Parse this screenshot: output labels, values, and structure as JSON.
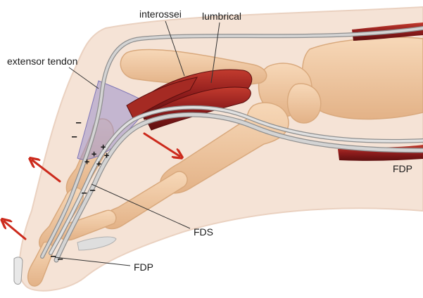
{
  "labels": {
    "interossei": "interossei",
    "lumbrical": "lumbrical",
    "extensor_tendon": "extensor tendon",
    "fds": "FDS",
    "fdp_right": "FDP",
    "fdp_bottom": "FDP"
  },
  "signs": {
    "minus": "–",
    "plus": "+"
  },
  "colors": {
    "skin": "#f5e3d6",
    "skin_edge": "#ead1c0",
    "bone": "#f0c9a4",
    "bone_edge": "#d9a97d",
    "muscle": "#8e1c1c",
    "muscle_light": "#c0392b",
    "tendon": "#c8c8c8",
    "tendon_edge": "#8f8f8f",
    "arrow": "#cc2a1c",
    "extensor_hood": "#9b92cc"
  }
}
